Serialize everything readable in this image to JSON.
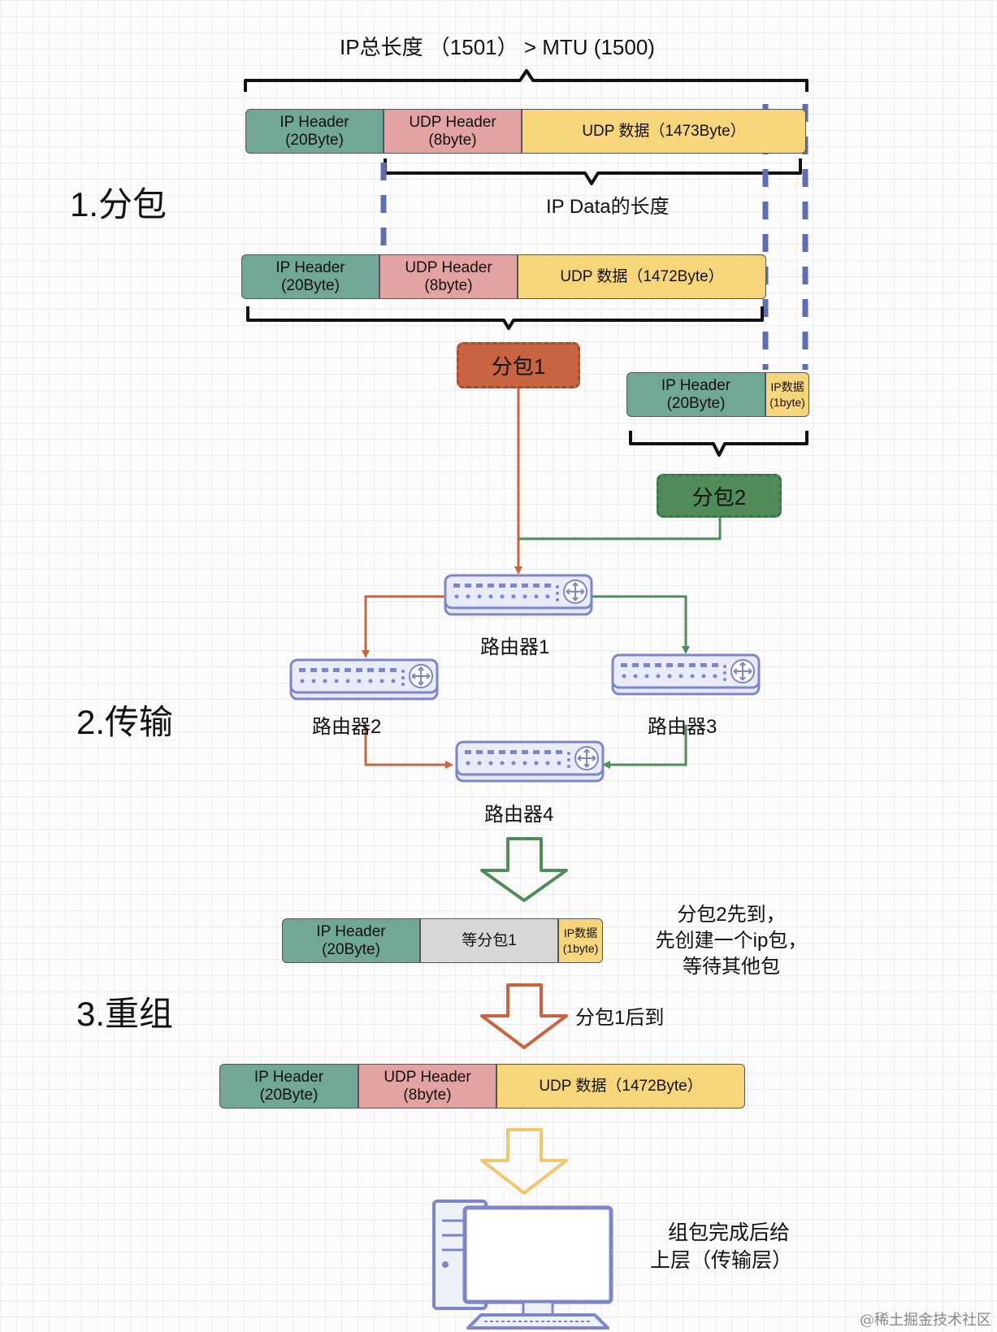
{
  "title": "IP总长度 （1501） > MTU (1500)",
  "sections": {
    "fragment": "1.分包",
    "transmit": "2.传输",
    "reassemble": "3.重组"
  },
  "original_packet": {
    "ip_header": [
      "IP Header",
      "(20Byte)"
    ],
    "udp_header": [
      "UDP Header",
      "(8byte)"
    ],
    "udp_data": "UDP 数据（1473Byte）",
    "ip_data_label": "IP Data的长度"
  },
  "fragment1_packet": {
    "ip_header": [
      "IP Header",
      "(20Byte)"
    ],
    "udp_header": [
      "UDP Header",
      "(8byte)"
    ],
    "udp_data": "UDP 数据（1472Byte）",
    "label": "分包1"
  },
  "fragment2_packet": {
    "ip_header": [
      "IP Header",
      "(20Byte)"
    ],
    "ip_data": [
      "IP数据",
      "(1byte)"
    ],
    "label": "分包2"
  },
  "routers": [
    "路由器1",
    "路由器2",
    "路由器3",
    "路由器4"
  ],
  "waiting_packet": {
    "ip_header": [
      "IP Header",
      "(20Byte)"
    ],
    "wait": "等分包1",
    "ip_data": [
      "IP数据",
      "(1byte)"
    ],
    "note": [
      "分包2先到，",
      "先创建一个ip包，",
      "等待其他包"
    ]
  },
  "arrival_note": "分包1后到",
  "reassembled_packet": {
    "ip_header": [
      "IP Header",
      "(20Byte)"
    ],
    "udp_header": [
      "UDP Header",
      "(8byte)"
    ],
    "udp_data": "UDP 数据（1472Byte）"
  },
  "final_note": [
    "组包完成后给",
    "上层（传输层）"
  ],
  "watermark": "@稀土掘金技术社区",
  "colors": {
    "teal": "#70a796",
    "pink": "#e4a3a3",
    "yellow": "#f6d57b",
    "orange": "#c8643f",
    "green": "#4f8c5a",
    "dash_blue": "#5f6db2",
    "router_blue": "#7d86c8"
  }
}
